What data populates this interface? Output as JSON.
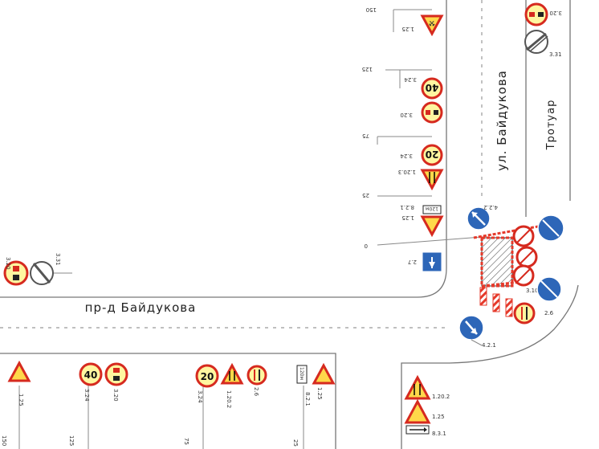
{
  "streets": {
    "street_vertical": "ул. Байдукова",
    "street_horizontal": "пр-д Байдукова",
    "sidewalk": "Тротуар"
  },
  "top_column": {
    "sign_1_25": "1.25",
    "sign_3_24": "3.24",
    "speed_40": "40",
    "sign_3_20": "3.20",
    "sign_3_24b": "3.24",
    "speed_20": "20",
    "sign_1_20_3": "1.20.3",
    "sign_8_2_1": "8.2.1",
    "plate_120": "120м",
    "sign_1_25b": "1.25",
    "sign_4_2_2": "4.2.2",
    "dist_150": "150",
    "dist_125": "125",
    "dist_75": "75",
    "dist_25": "25",
    "dist_0": "0",
    "sign_2_7": "2.7"
  },
  "left_side": {
    "sign_3_20": "3.20",
    "sign_3_31": "3.31"
  },
  "top_right": {
    "sign_3_20": "3.20",
    "sign_3_31": "3.31"
  },
  "worksite": {
    "sign_4_2_1": "4.2.1",
    "sign_3_10": "3.10",
    "sign_2_6": "2.6"
  },
  "bottom_column": {
    "sign_1_25": "1.25",
    "speed_40": "40",
    "sign_3_24": "3.24",
    "sign_3_20": "3.20",
    "speed_20": "20",
    "sign_3_24b": "3.24",
    "sign_1_20_2": "1.20.2",
    "sign_2_6": "2.6",
    "plate_120": "120м",
    "sign_8_2_1": "8.2.1",
    "sign_1_25b": "1.25",
    "dist_150": "150",
    "dist_125": "125",
    "dist_75": "75",
    "dist_25": "25"
  },
  "bottom_right": {
    "sign_1_20_2": "1.20.2",
    "sign_1_25": "1.25",
    "sign_8_3_1": "8.3.1"
  }
}
